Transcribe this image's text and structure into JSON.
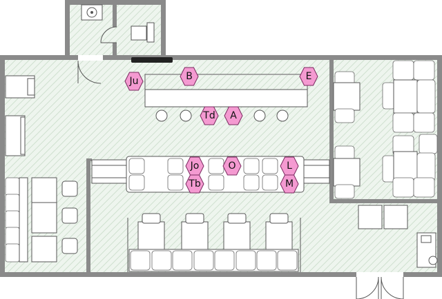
{
  "plan": {
    "colors": {
      "marker_fill": "#f49ad1",
      "marker_stroke": "#7a2a60",
      "floor": "#eaf3ea",
      "wall": "#8a8a8a"
    },
    "markers": [
      {
        "label": "Ju"
      },
      {
        "label": "B"
      },
      {
        "label": "E"
      },
      {
        "label": "Td"
      },
      {
        "label": "A"
      },
      {
        "label": "Jo"
      },
      {
        "label": "O"
      },
      {
        "label": "L"
      },
      {
        "label": "Tb"
      },
      {
        "label": "M"
      }
    ],
    "icons": [
      "sink-icon",
      "toilet-icon",
      "stove-icon",
      "bed-icon",
      "chair-icon",
      "table-icon",
      "stool-icon",
      "door-icon",
      "tv-icon"
    ]
  }
}
